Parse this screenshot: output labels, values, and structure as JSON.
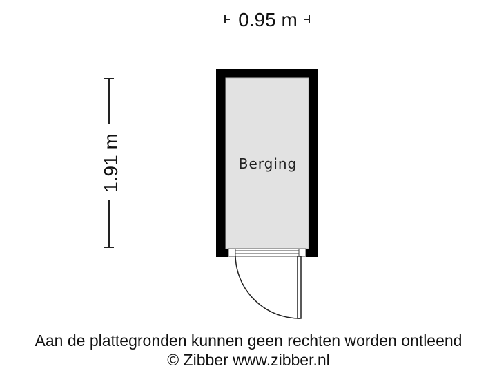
{
  "dimensions": {
    "width_label": "0.95 m",
    "height_label": "1.91 m"
  },
  "room": {
    "name": "Berging"
  },
  "footer": {
    "disclaimer": "Aan de plattegronden kunnen geen rechten worden ontleend",
    "copyright": "© Zibber www.zibber.nl"
  },
  "colors": {
    "wall": "#000000",
    "floor": "#e2e2e2",
    "door_line": "#222222"
  }
}
